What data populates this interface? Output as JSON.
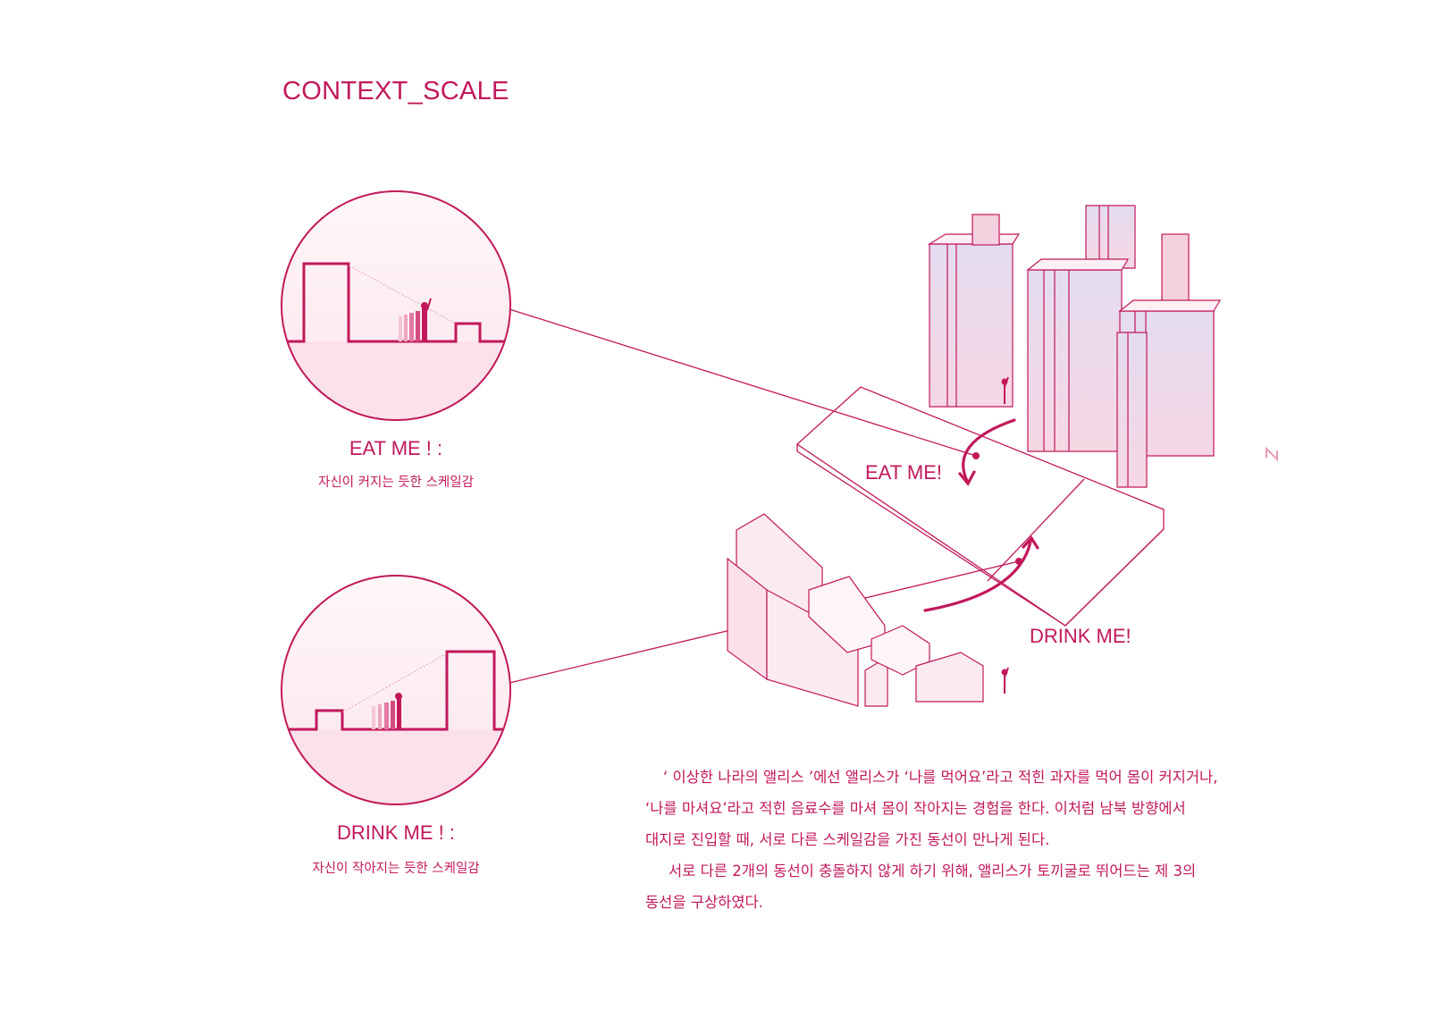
{
  "title": "CONTEXT_SCALE",
  "eat_circle": {
    "label": "EAT ME ! :",
    "caption": "자신이 커지는 듯한 스케일감"
  },
  "drink_circle": {
    "label": "DRINK ME ! :",
    "caption": "자신이 작아지는 듯한 스케일감"
  },
  "iso_labels": {
    "eat": "EAT ME!",
    "drink": "DRINK ME!"
  },
  "paragraph": {
    "lines": [
      "‘ 이상한 나라의 앨리스 ’에선 앨리스가 ‘나를 먹어요’라고 적힌 과자를 먹어 몸이 커지거나,",
      "‘나를 마셔요’라고 적힌 음료수를 마셔 몸이 작아지는 경험을 한다. 이처럼 남북 방향에서",
      "대지로 진입할 때, 서로 다른 스케일감을 가진 동선이 만나게 된다.",
      "서로 다른 2개의 동선이 충돌하지 않게 하기 위해, 앨리스가 토끼굴로 뛰어드는 제 3의",
      "동선을 구상하였다."
    ]
  },
  "colors": {
    "accent": "#c2185b",
    "fill_light": "#fce8ef",
    "fill_lavender": "#e6e0f0"
  },
  "icons": {
    "north": "north-arrow-icon",
    "person": "person-figure-icon"
  }
}
